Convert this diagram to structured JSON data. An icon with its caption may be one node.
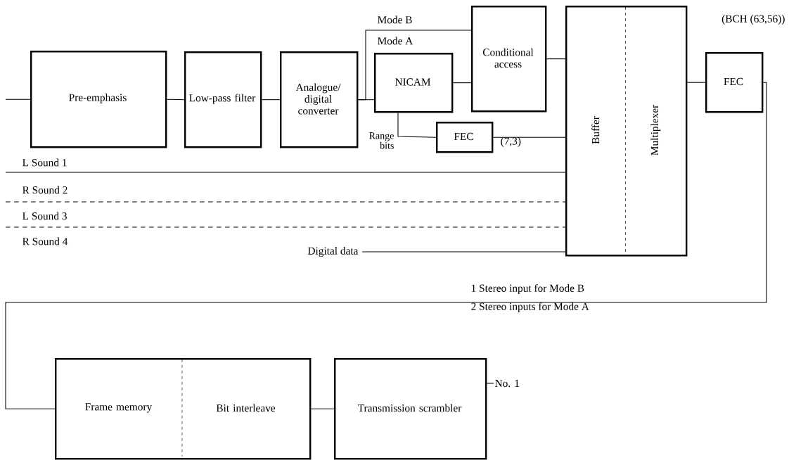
{
  "diagram": {
    "nodes": [
      {
        "text": [
          "Pre-emphasis"
        ]
      },
      {
        "text": [
          "Low-pass filter"
        ]
      },
      {
        "text": [
          "Analogue/ digital converter"
        ]
      },
      {
        "text": [
          "NICAM"
        ]
      },
      {
        "text": [
          "Conditional access"
        ]
      },
      {
        "text": [
          "Buffer",
          "Multiplexer"
        ]
      },
      {
        "text": [
          "FEC"
        ],
        "beside": [
          "(7,3)"
        ]
      },
      {
        "text": [
          "FEC"
        ],
        "beside": [
          "(BCH (63,56))"
        ]
      },
      {
        "text": [
          "Frame memory",
          "Bit interleave"
        ]
      },
      {
        "text": [
          "Transmission scrambler"
        ]
      }
    ],
    "edges": [
      {
        "from": null,
        "to": 0,
        "arrow": "none"
      },
      {
        "from": 0,
        "to": 1,
        "arrow": "none"
      },
      {
        "from": 1,
        "to": 2,
        "arrow": "none"
      },
      {
        "from": 2,
        "to": 3,
        "arrow": "none"
      },
      {
        "from": 2,
        "to": 4,
        "arrow": "none",
        "label": "Mode B"
      },
      {
        "from": 3,
        "to": 4,
        "arrow": "none"
      },
      {
        "from": 4,
        "to": 5,
        "arrow": "none"
      },
      {
        "from": 3,
        "to": 6,
        "arrow": "none",
        "label": "Range bits"
      },
      {
        "from": 6,
        "to": 5,
        "arrow": "none"
      },
      {
        "from": null,
        "to": 5,
        "arrow": "none",
        "label": "L Sound 1"
      },
      {
        "from": null,
        "to": 5,
        "arrow": "none",
        "label": "R Sound 2",
        "style": "dashed"
      },
      {
        "from": null,
        "to": 5,
        "arrow": "none",
        "label": "L Sound 3",
        "style": "dashed"
      },
      {
        "from": null,
        "to": 5,
        "arrow": "none",
        "label": "Digital data"
      },
      {
        "from": 5,
        "to": 7,
        "arrow": "none"
      },
      {
        "from": 7,
        "to": 8,
        "arrow": "none"
      },
      {
        "from": 8,
        "to": 9,
        "arrow": "none"
      },
      {
        "from": 9,
        "to": null,
        "arrow": "none",
        "label": "No. 1"
      }
    ],
    "labels": [
      "Mode A",
      "R Sound 4",
      "1 Stereo input for Mode B",
      "2 Stereo inputs for Mode A"
    ]
  }
}
